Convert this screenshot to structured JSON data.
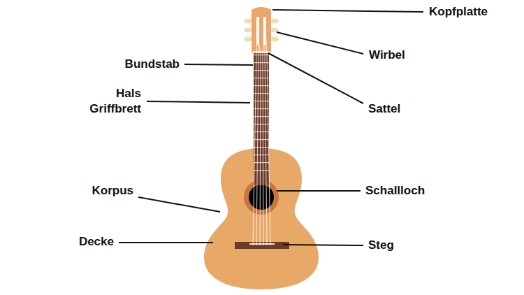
{
  "diagram": {
    "labels": [
      "Kopfplatte",
      "Wirbel",
      "Bundstab",
      "Hals Griffbrett",
      "Sattel",
      "Korpus",
      "Schallloch",
      "Decke",
      "Steg"
    ]
  }
}
